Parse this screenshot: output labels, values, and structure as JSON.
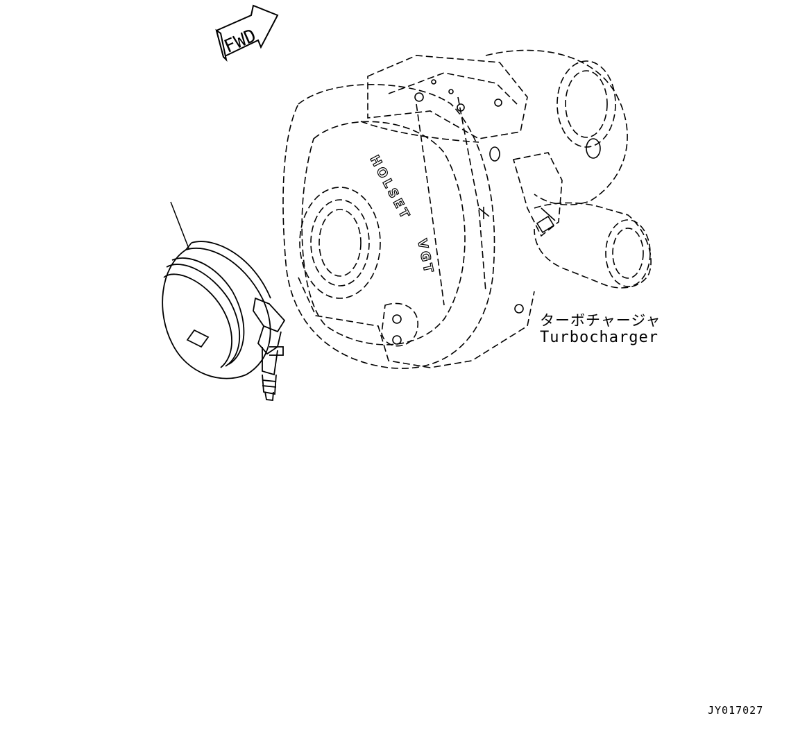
{
  "fwd_arrow_text": "FWD",
  "casting_text_1": "HOLSET",
  "casting_text_2": "VGT",
  "label_japanese": "ターボチャージャ",
  "label_english": "Turbocharger",
  "document_code": "JY017027"
}
